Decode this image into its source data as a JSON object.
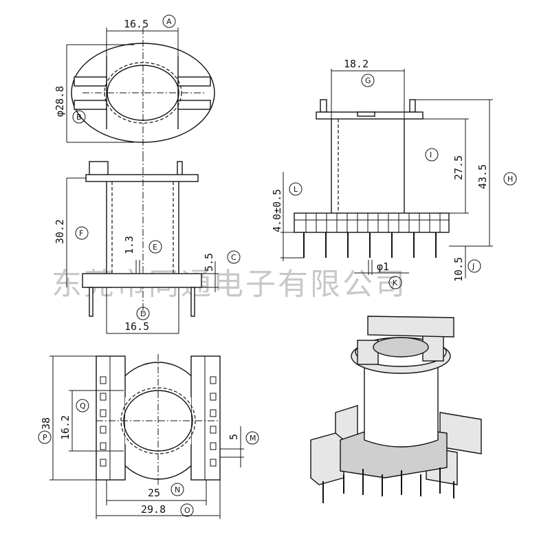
{
  "watermark": "东莞市同通电子有限公司",
  "dimensions": {
    "A": {
      "value": "16.5",
      "letter": "A"
    },
    "B": {
      "value": "φ28.8",
      "letter": "B"
    },
    "C": {
      "value": "5.5",
      "letter": "C"
    },
    "D": {
      "value": "16.5",
      "letter": "D"
    },
    "E": {
      "value": "1.3",
      "letter": "E"
    },
    "F": {
      "value": "30.2",
      "letter": "F"
    },
    "G": {
      "value": "18.2",
      "letter": "G"
    },
    "H": {
      "value": "43.5",
      "letter": "H"
    },
    "I": {
      "value": "27.5",
      "letter": "I"
    },
    "J": {
      "value": "10.5",
      "letter": "J"
    },
    "K": {
      "value": "φ1",
      "letter": "K"
    },
    "L": {
      "value": "4.0±0.5",
      "letter": "L"
    },
    "M": {
      "value": "5",
      "letter": "M"
    },
    "N": {
      "value": "25",
      "letter": "N"
    },
    "O": {
      "value": "29.8",
      "letter": "O"
    },
    "P": {
      "value": "38",
      "letter": "P"
    },
    "Q": {
      "value": "16.2",
      "letter": "Q"
    }
  }
}
